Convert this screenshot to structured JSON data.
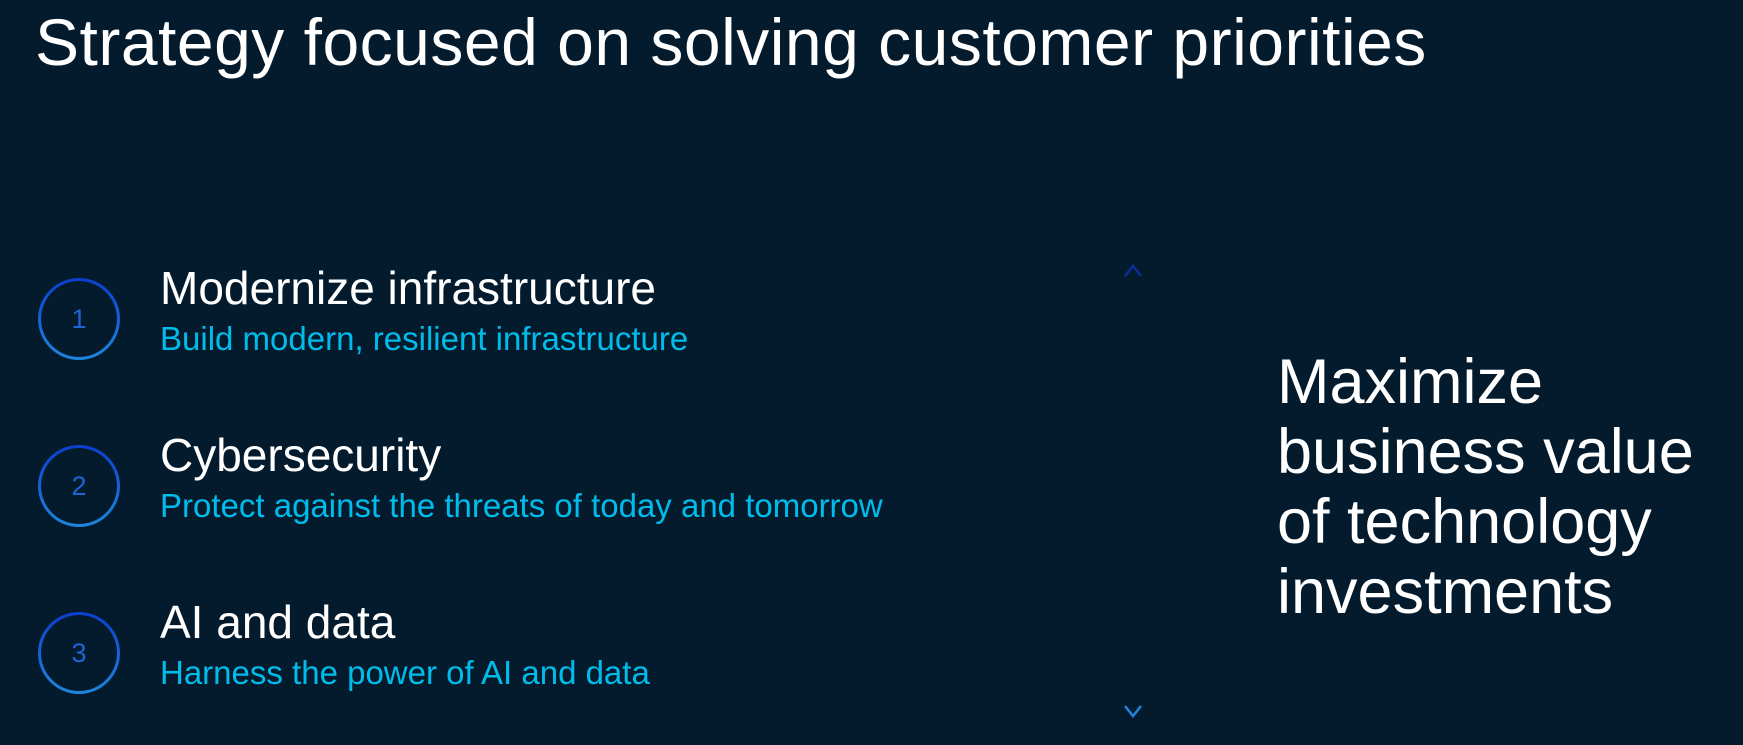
{
  "title": "Strategy focused on solving customer priorities",
  "items": [
    {
      "number": "1",
      "heading": "Modernize infrastructure",
      "subtitle": "Build modern, resilient infrastructure"
    },
    {
      "number": "2",
      "heading": "Cybersecurity",
      "subtitle": "Protect against the threats of today and tomorrow"
    },
    {
      "number": "3",
      "heading": "AI and data",
      "subtitle": "Harness the power of AI and data"
    }
  ],
  "goal": {
    "lines": [
      "Maximize",
      "business value",
      "of technology",
      "investments"
    ]
  },
  "colors": {
    "background": "#041b2d",
    "accent": "#00bceb",
    "circle_top": "#0b3fcf",
    "circle_bottom": "#1f86dc"
  }
}
